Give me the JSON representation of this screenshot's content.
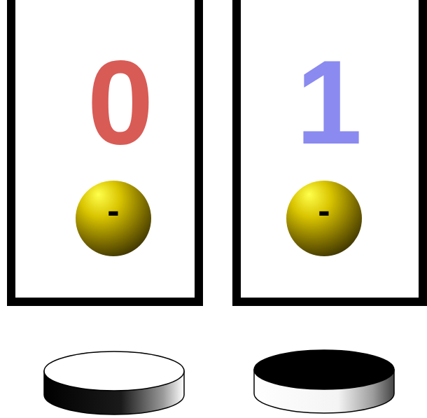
{
  "diagram": {
    "nodes": [
      {
        "text": [
          "0"
        ]
      },
      {
        "text": [
          "-"
        ],
        "in": 0
      },
      {
        "text": [
          "1"
        ]
      },
      {
        "text": [
          "-"
        ],
        "in": 2
      }
    ]
  }
}
